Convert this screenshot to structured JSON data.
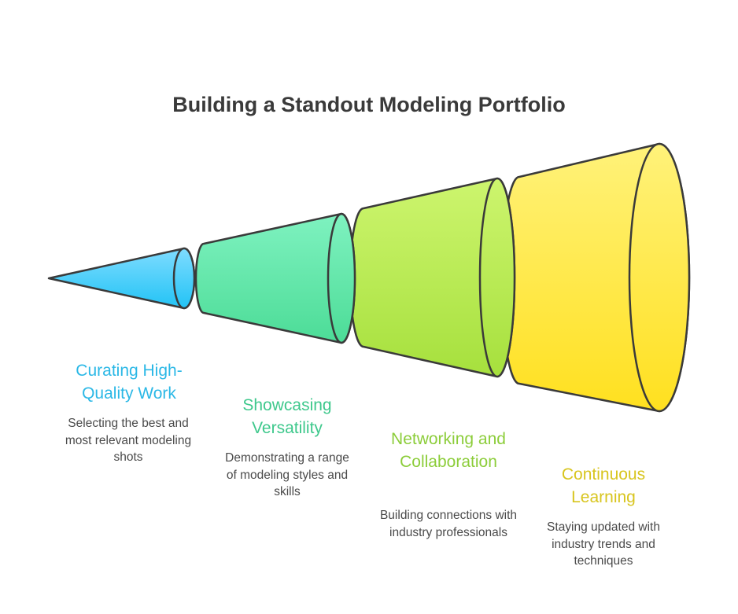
{
  "title": "Building a Standout Modeling Portfolio",
  "stages": [
    {
      "heading": "Curating High-Quality Work",
      "description": "Selecting the best and most relevant modeling shots",
      "color": "#2bb8e6",
      "fill_light": "#7fdcff",
      "fill_dark": "#22c3f5"
    },
    {
      "heading": "Showcasing Versatility",
      "description": "Demonstrating a range of modeling styles and skills",
      "color": "#3ec88c",
      "fill_light": "#7ff2c0",
      "fill_dark": "#4cdc97"
    },
    {
      "heading": "Networking and Collaboration",
      "description": "Building connections with industry professionals",
      "color": "#8ccd3a",
      "fill_light": "#cdf56e",
      "fill_dark": "#a6e03d"
    },
    {
      "heading": "Continuous Learning",
      "description": "Staying updated with industry trends and techniques",
      "color": "#d8c51e",
      "fill_light": "#fff27a",
      "fill_dark": "#ffe01f"
    }
  ]
}
